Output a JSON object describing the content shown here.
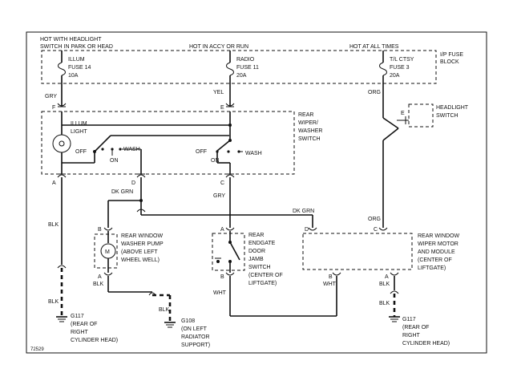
{
  "diagram": {
    "bus_titles": {
      "headlight_line1": "HOT WITH HEADLIGHT",
      "headlight_line2": "SWITCH IN PARK OR HEAD",
      "accy": "HOT IN ACCY OR RUN",
      "all_times": "HOT AT ALL TIMES"
    },
    "fuse_block": {
      "line1": "I/P FUSE",
      "line2": "BLOCK"
    },
    "fuses": [
      {
        "name": "ILLUM",
        "number": "FUSE 14",
        "rating": "10A"
      },
      {
        "name": "RADIO",
        "number": "FUSE 11",
        "rating": "20A"
      },
      {
        "name": "T/L CTSY",
        "number": "FUSE 3",
        "rating": "20A"
      }
    ],
    "wire_colors": {
      "gry_top": "GRY",
      "yel": "YEL",
      "org_top": "ORG",
      "dk_grn_1": "DK GRN",
      "dk_grn_2": "DK GRN",
      "blk_left_1": "BLK",
      "blk_left_2": "BLK",
      "gry_mid": "GRY",
      "org_bottom": "ORG",
      "blk_pump": "BLK",
      "blk_g108": "BLK",
      "wht_left": "WHT",
      "wht_right": "WHT",
      "blk_right_1": "BLK",
      "blk_right_2": "BLK"
    },
    "connectors": {
      "f": "F",
      "e_mid": "E",
      "e_right": "E",
      "a_left": "A",
      "d": "D",
      "c_left": "C",
      "b_pump": "B",
      "a_pump": "A",
      "a_jamb": "A",
      "b_jamb": "B",
      "d_motor": "D",
      "c_motor": "C",
      "b_motor": "B",
      "a_motor": "A"
    },
    "switch": {
      "title": [
        "REAR",
        "WIPER/",
        "WASHER",
        "SWITCH"
      ],
      "illum": [
        "ILLUM",
        "LIGHT"
      ],
      "off_1": "OFF",
      "on_1": "ON",
      "wash_1": "WASH",
      "off_2": "OFF",
      "on_2": "ON",
      "wash_2": "WASH"
    },
    "headlight_switch": [
      "HEADLIGHT",
      "SWITCH"
    ],
    "pump": [
      "REAR WINDOW",
      "WASHER PUMP",
      "(ABOVE LEFT",
      "WHEEL WELL)"
    ],
    "pump_motor_symbol": "M",
    "jamb": [
      "REAR",
      "ENDGATE",
      "DOOR",
      "JAMB",
      "SWITCH",
      "(CENTER OF",
      "LIFTGATE)"
    ],
    "motor_module": [
      "REAR WINDOW",
      "WIPER MOTOR",
      "AND MODULE",
      "(CENTER OF",
      "LIFTGATE)"
    ],
    "grounds": {
      "g117_left": [
        "G117",
        "(REAR OF",
        "RIGHT",
        "CYLINDER HEAD)"
      ],
      "g108": [
        "G108",
        "(ON LEFT",
        "RADIATOR",
        "SUPPORT)"
      ],
      "g117_right": [
        "G117",
        "(REAR OF",
        "RIGHT",
        "CYLINDER HEAD)"
      ]
    },
    "figure_id": "72529"
  }
}
